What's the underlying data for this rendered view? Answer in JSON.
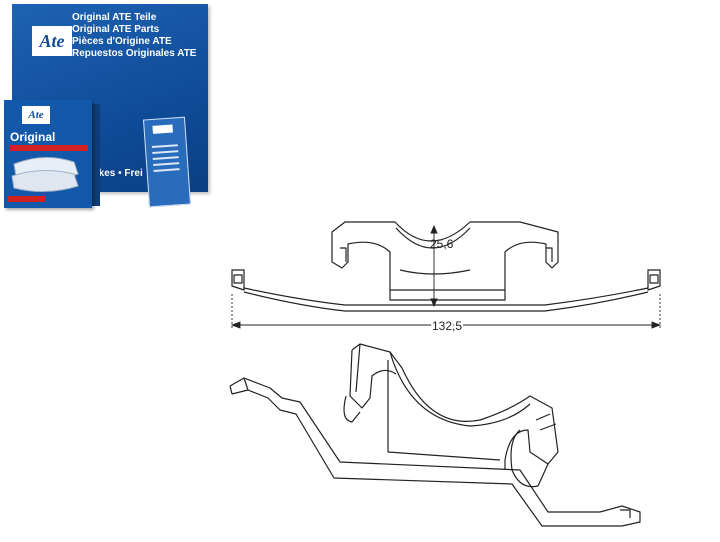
{
  "package": {
    "brand_logo": "Ate",
    "lines": [
      "Original ATE Teile",
      "Original ATE Parts",
      "Pièces d'Origine ATE",
      "Repuestos Originales ATE"
    ],
    "strip_text": "Brakes • Frei",
    "small_box_title": "Original",
    "small_box_logo": "Ate"
  },
  "drawing": {
    "dimension_height": "25,6",
    "dimension_width": "132,5"
  },
  "colors": {
    "brand_blue": "#0f4b98",
    "accent_red": "#d32020",
    "line": "#222222"
  }
}
